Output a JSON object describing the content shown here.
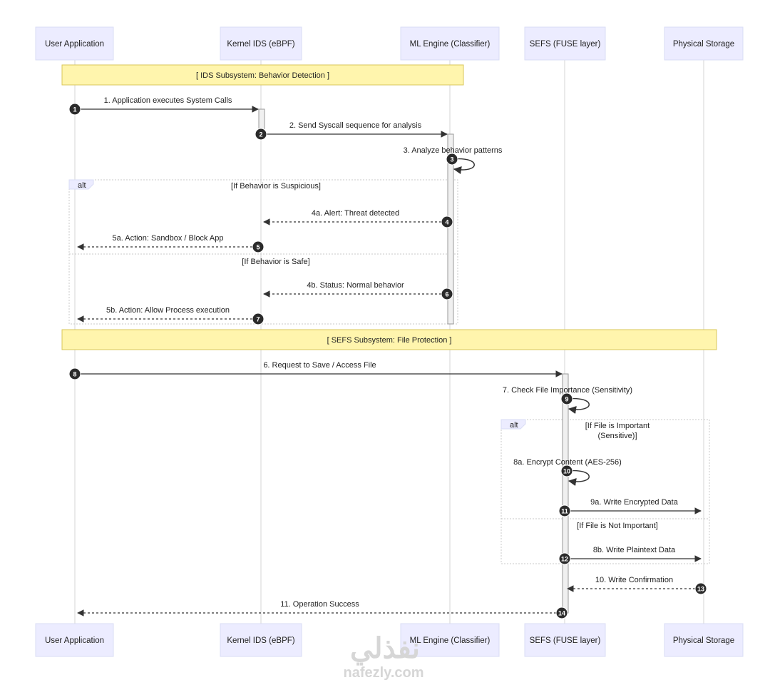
{
  "participants": [
    {
      "id": "user",
      "label": "User Application"
    },
    {
      "id": "kernel",
      "label": "Kernel IDS (eBPF)"
    },
    {
      "id": "ml",
      "label": "ML Engine (Classifier)"
    },
    {
      "id": "sefs",
      "label": "SEFS (FUSE layer)"
    },
    {
      "id": "storage",
      "label": "Physical Storage"
    }
  ],
  "notes": [
    {
      "id": "ids",
      "text": "[ IDS Subsystem: Behavior Detection ]"
    },
    {
      "id": "sefs",
      "text": "[ SEFS Subsystem: File Protection ]"
    }
  ],
  "alt_blocks": [
    {
      "id": "alt-behavior",
      "keyword": "alt",
      "conditions": [
        [
          "[If Behavior is Suspicious]"
        ],
        [
          "[If Behavior is Safe]"
        ]
      ]
    },
    {
      "id": "alt-file",
      "keyword": "alt",
      "conditions": [
        [
          "[If File is Important",
          "(Sensitive)]"
        ],
        [
          "[If File is Not Important]"
        ]
      ]
    }
  ],
  "messages": [
    {
      "num": "1",
      "text": "1. Application executes System Calls",
      "from": "user",
      "to": "kernel",
      "style": "solid"
    },
    {
      "num": "2",
      "text": "2. Send Syscall sequence for analysis",
      "from": "kernel",
      "to": "ml",
      "style": "solid"
    },
    {
      "num": "3",
      "text": "3. Analyze behavior patterns",
      "from": "ml",
      "to": "ml",
      "style": "solid"
    },
    {
      "num": "4",
      "text": "4a. Alert: Threat detected",
      "from": "ml",
      "to": "kernel",
      "style": "dotted"
    },
    {
      "num": "5",
      "text": "5a. Action: Sandbox / Block App",
      "from": "kernel",
      "to": "user",
      "style": "dotted"
    },
    {
      "num": "6",
      "text": "4b. Status: Normal behavior",
      "from": "ml",
      "to": "kernel",
      "style": "dotted"
    },
    {
      "num": "7",
      "text": "5b. Action: Allow Process execution",
      "from": "kernel",
      "to": "user",
      "style": "dotted"
    },
    {
      "num": "8",
      "text": "6. Request to Save / Access File",
      "from": "user",
      "to": "sefs",
      "style": "solid"
    },
    {
      "num": "9",
      "text": "7. Check File Importance (Sensitivity)",
      "from": "sefs",
      "to": "sefs",
      "style": "solid"
    },
    {
      "num": "10",
      "text": "8a. Encrypt Content (AES-256)",
      "from": "sefs",
      "to": "sefs",
      "style": "solid"
    },
    {
      "num": "11",
      "text": "9a. Write Encrypted Data",
      "from": "sefs",
      "to": "storage",
      "style": "solid"
    },
    {
      "num": "12",
      "text": "8b. Write Plaintext Data",
      "from": "sefs",
      "to": "storage",
      "style": "solid"
    },
    {
      "num": "13",
      "text": "10. Write Confirmation",
      "from": "storage",
      "to": "sefs",
      "style": "dotted"
    },
    {
      "num": "14",
      "text": "11. Operation Success",
      "from": "sefs",
      "to": "user",
      "style": "dotted"
    }
  ],
  "watermark": {
    "arabic": "نفذلي",
    "latin": "nafezly.com"
  },
  "colors": {
    "actor_fill": "#ECECFF",
    "actor_stroke": "#d9dcf5",
    "note_fill": "#FFF5AD",
    "note_stroke": "#d8c75a",
    "line": "#333333",
    "lifeline": "#d4d4d4",
    "badge": "#2b2b2b",
    "activation_fill": "#f0f0f0",
    "activation_stroke": "#999999",
    "alt_border": "#c9c9c9",
    "watermark": "#d6d6d6"
  }
}
